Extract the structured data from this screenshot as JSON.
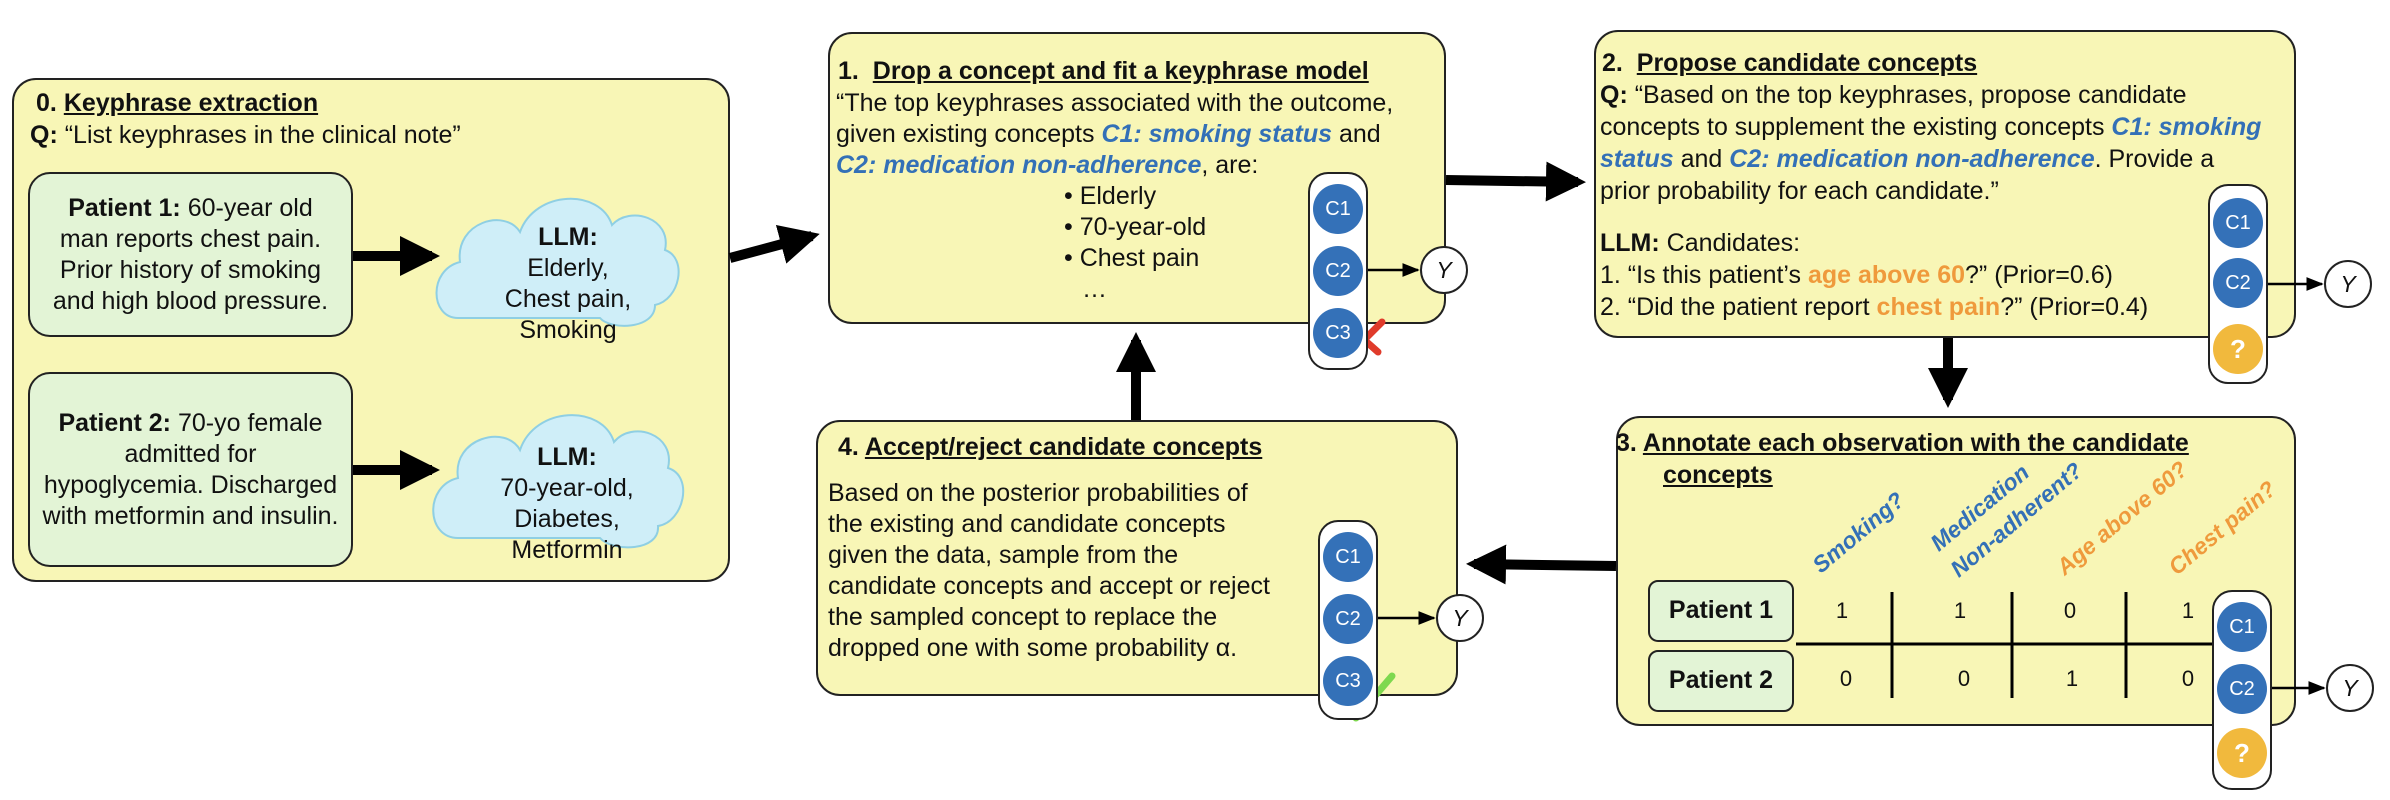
{
  "panel0": {
    "num": "0.",
    "title": "Keyphrase extraction",
    "q_label": "Q:",
    "q_text": "“List keyphrases in the clinical note”",
    "patient1": {
      "label": "Patient 1:",
      "text1": "60-year old",
      "text2": "man reports chest pain.",
      "text3": "Prior history of smoking",
      "text4": "and high blood pressure."
    },
    "patient2": {
      "label": "Patient 2:",
      "text1": "70-yo female",
      "text2": "admitted for",
      "text3": "hypoglycemia. Discharged",
      "text4": "with metformin and insulin."
    },
    "cloud1": {
      "label": "LLM:",
      "l1": "Elderly,",
      "l2": "Chest pain,",
      "l3": "Smoking"
    },
    "cloud2": {
      "label": "LLM:",
      "l1": "70-year-old,",
      "l2": "Diabetes,",
      "l3": "Metformin"
    }
  },
  "panel1": {
    "num": "1.",
    "title": "Drop a concept and fit a keyphrase model",
    "line1": "“The top keyphrases associated with the outcome,",
    "line2a": "given existing concepts ",
    "c1": "C1: smoking status",
    "line2b": " and",
    "c2": "C2: medication non-adherence",
    "line3b": ", are:",
    "bullets": [
      "• Elderly",
      "• 70-year-old",
      "• Chest pain",
      "…"
    ]
  },
  "panel2": {
    "num": "2.",
    "title": "Propose candidate concepts",
    "q_label": "Q:",
    "l1": "“Based on the top keyphrases, propose candidate",
    "l2a": "concepts to supplement the existing concepts ",
    "c1a": "C1: smoking",
    "c1b": "status",
    "l3a": " and ",
    "c2": "C2: medication non-adherence",
    "l3b": ". Provide a",
    "l4": "prior probability for each candidate.”",
    "llm_label": "LLM:",
    "llm_text": " Candidates:",
    "cand1a": "1. “Is this patient’s ",
    "cand1o": "age above 60",
    "cand1b": "?” (Prior=0.6)",
    "cand2a": "2. “Did the patient report ",
    "cand2o": "chest pain",
    "cand2b": "?” (Prior=0.4)"
  },
  "panel3": {
    "num": "3.",
    "title1": "Annotate each observation with the candidate",
    "title2": "concepts",
    "col_headers": [
      "Smoking?",
      "Medication",
      "Non-adherent?",
      "Age above 60?",
      "Chest pain?"
    ],
    "rows": [
      {
        "label": "Patient 1",
        "values": [
          "1",
          "1",
          "0",
          "1"
        ]
      },
      {
        "label": "Patient 2",
        "values": [
          "0",
          "0",
          "1",
          "0"
        ]
      }
    ]
  },
  "panel4": {
    "num": "4.",
    "title": "Accept/reject candidate concepts",
    "lines": [
      "Based on the posterior probabilities of",
      "the existing and candidate concepts",
      "given the data, sample from the",
      "candidate concepts and accept or reject",
      "the sampled concept to replace the",
      "dropped one with some probability α."
    ]
  },
  "nodes": {
    "c1": "C1",
    "c2": "C2",
    "c3": "C3",
    "q": "?",
    "y": "Y"
  },
  "colors": {
    "panel": "#f8f6b6",
    "card": "#e3f4d6",
    "cloud": "#cfeef8",
    "concept": "#3471b8",
    "candidate": "#f1b93d",
    "cross": "#e03b2b",
    "check": "#7ed84f",
    "blue_text": "#3370b7",
    "orange_text": "#ef9a3c"
  }
}
